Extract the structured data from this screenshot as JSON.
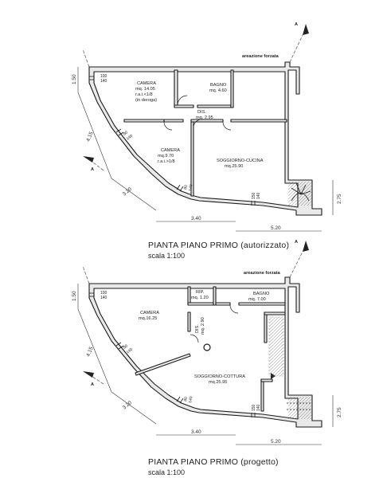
{
  "plan_top": {
    "title": "PIANTA PIANO PRIMO (autorizzato)",
    "scale": "scala 1:100",
    "note": "areazione forzata",
    "rooms": {
      "camera1": {
        "name": "CAMERA",
        "area": "mq. 14.05",
        "rai": "r.a.i.<1/8",
        "extra": "(in deroga)"
      },
      "bagno": {
        "name": "BAGNO",
        "area": "mq. 4.60"
      },
      "dis": {
        "name": "DIS.",
        "area": "mq. 2.95"
      },
      "camera2": {
        "name": "CAMERA",
        "area": "mq.9.70",
        "rai": "r.a.i.>1/8"
      },
      "soggiorno": {
        "name": "SOGGIORNO-CUCINA",
        "area": "mq.25.90"
      }
    },
    "windows": {
      "w1": {
        "a": "100",
        "b": "140"
      },
      "w2": {
        "a": "80",
        "b": "140"
      },
      "w3": {
        "a": "80",
        "b": "140"
      },
      "w4": {
        "a": "150",
        "b": "140"
      }
    },
    "dims": {
      "d1": "1.50",
      "d2": "4.15",
      "d3": "3.20",
      "d4": "3.40",
      "d5": "5.20",
      "d6": "2.75"
    }
  },
  "plan_bottom": {
    "title": "PIANTA PIANO PRIMO (progetto)",
    "scale": "scala 1:100",
    "note": "areazione forzata",
    "rooms": {
      "camera": {
        "name": "CAMERA",
        "area": "mq.16.25"
      },
      "rip": {
        "name": "RIP.",
        "area": "mq. 1.20"
      },
      "bagno": {
        "name": "BAGNO",
        "area": "mq. 7.00"
      },
      "dis": {
        "name": "DIS.",
        "area": "mq. 2.90"
      },
      "soggiorno": {
        "name": "SOGGIORNO-COTTURA",
        "area": "mq.25.95"
      }
    },
    "windows": {
      "w1": {
        "a": "100",
        "b": "140"
      },
      "w2": {
        "a": "80",
        "b": "140"
      },
      "w3": {
        "a": "80",
        "b": "140"
      },
      "w4": {
        "a": "150",
        "b": "140"
      }
    },
    "dims": {
      "d1": "1.50",
      "d2": "4.15",
      "d3": "3.20",
      "d4": "3.40",
      "d5": "5.20",
      "d6": "2.75"
    }
  },
  "section_marker": "A"
}
